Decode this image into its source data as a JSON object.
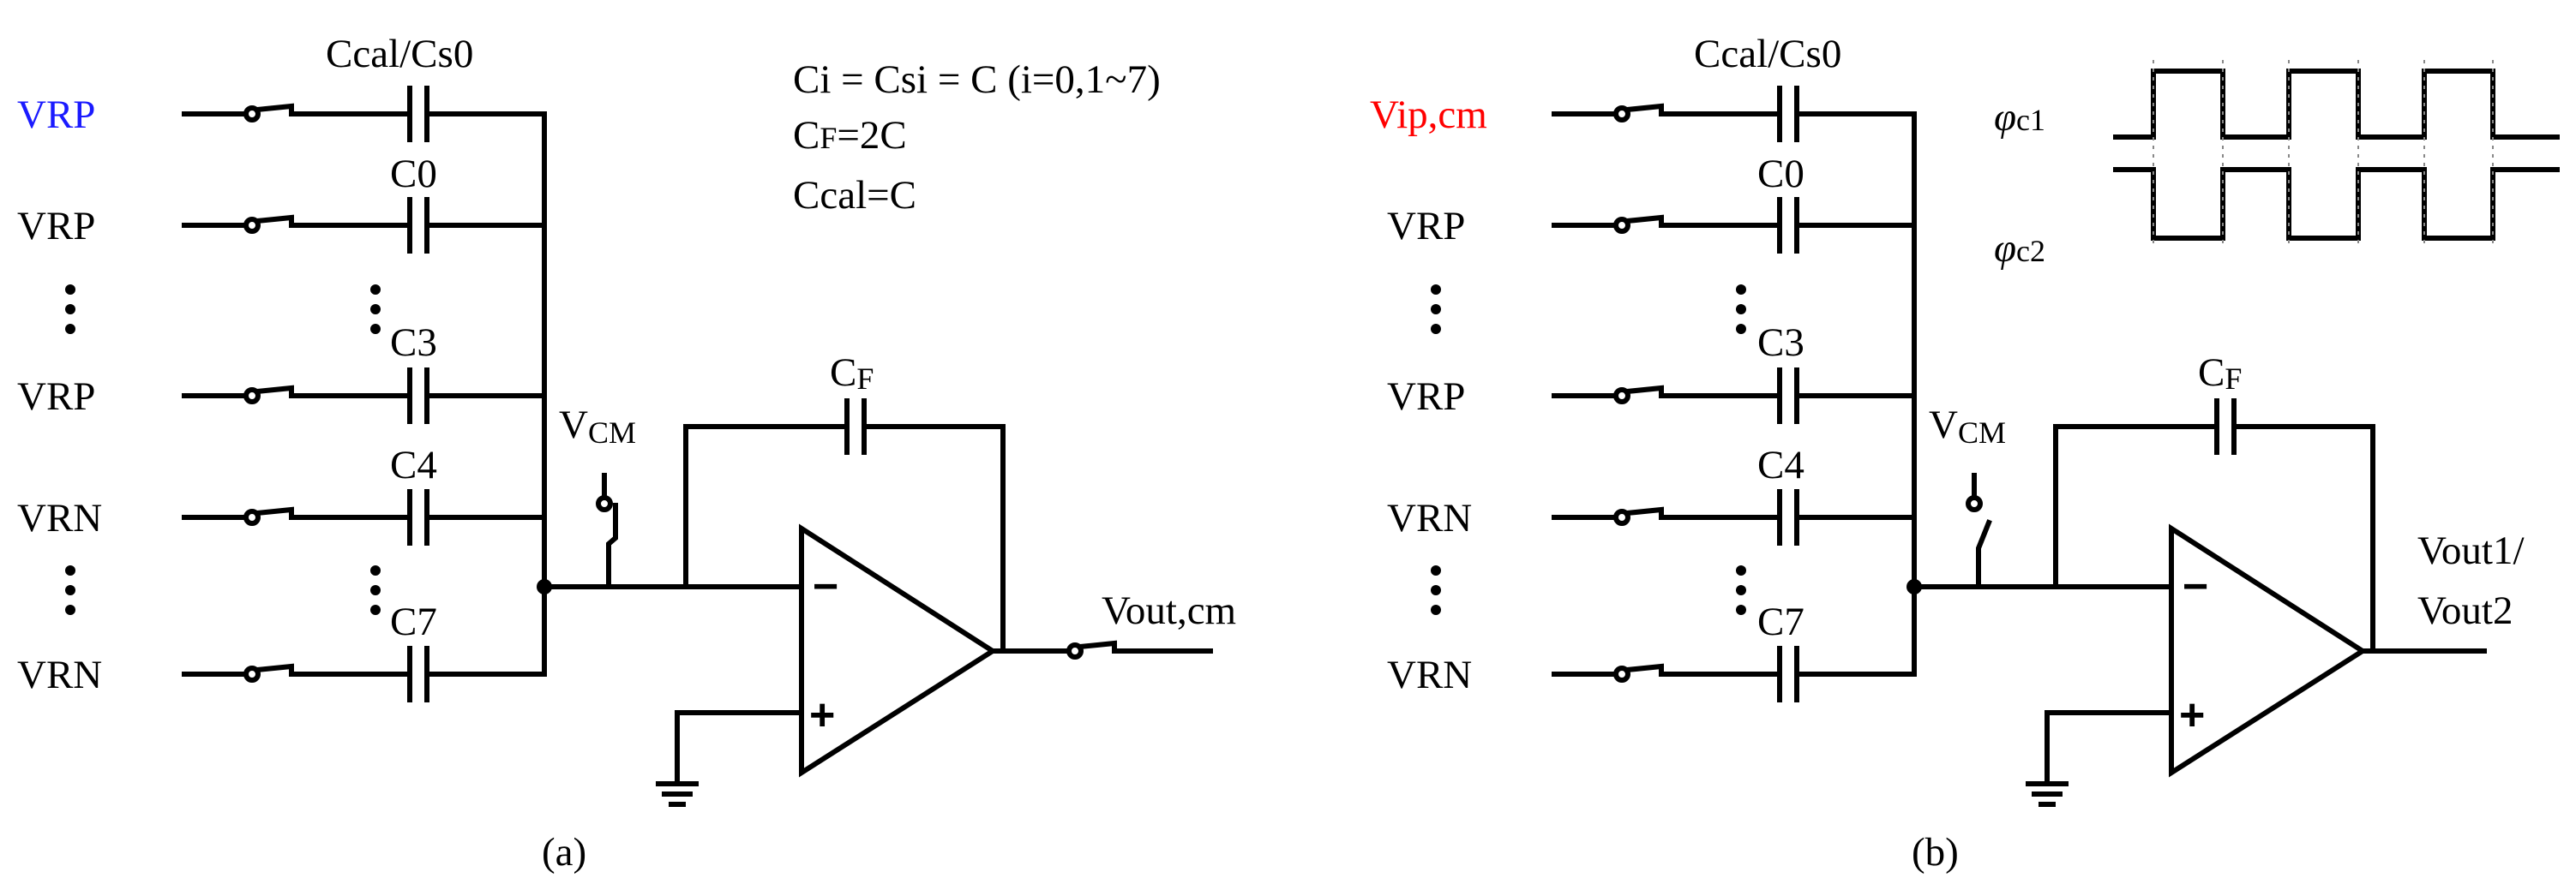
{
  "colors": {
    "wire": "#000000",
    "vrp_blue": "#1a1aff",
    "vip_red": "#ff0000"
  },
  "icons": [
    "switch-icon",
    "capacitor-icon",
    "opamp-icon",
    "ground-icon",
    "vertical-dots-icon"
  ],
  "panel_a": {
    "caption": "(a)",
    "top_cap_label": "Ccal/Cs0",
    "inputs": [
      "VRP",
      "VRP",
      "VRP",
      "VRN",
      "VRN"
    ],
    "cap_labels": [
      "C0",
      "C3",
      "C4",
      "C7"
    ],
    "vcm_main": "V",
    "vcm_sub": "CM",
    "cf_main": "C",
    "cf_sub": "F",
    "output_label": "Vout,cm",
    "minus": "−",
    "plus": "+",
    "equations": {
      "line1": "Ci = Csi = C (i=0,1~7)",
      "line2_main": "C",
      "line2_sub": "F",
      "line2_rest": "=2C",
      "line3": "Ccal=C"
    }
  },
  "panel_b": {
    "caption": "(b)",
    "top_cap_label": "Ccal/Cs0",
    "first_input": "Vip,cm",
    "inputs": [
      "VRP",
      "VRP",
      "VRN",
      "VRN"
    ],
    "cap_labels": [
      "C0",
      "C3",
      "C4",
      "C7"
    ],
    "vcm_main": "V",
    "vcm_sub": "CM",
    "cf_main": "C",
    "cf_sub": "F",
    "output_line1": "Vout1/",
    "output_line2": "Vout2",
    "minus": "−",
    "plus": "+",
    "clocks": [
      {
        "symbol": "φ",
        "sub": "c1"
      },
      {
        "symbol": "φ",
        "sub": "c2"
      }
    ]
  }
}
